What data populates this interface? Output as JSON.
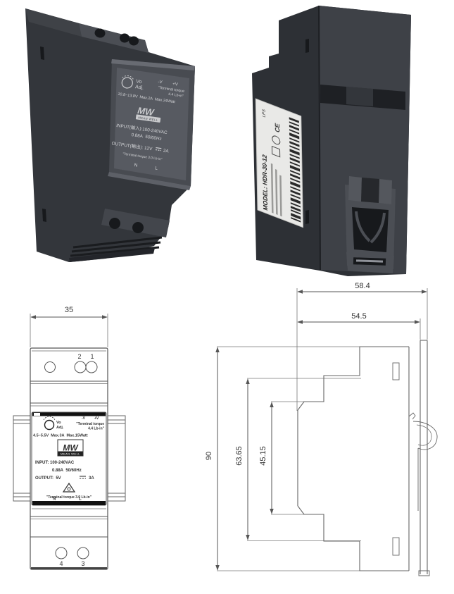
{
  "photo_front": {
    "vo": "Vo",
    "adj": "Adj.",
    "minus_v": "-V",
    "plus_v": "+V",
    "torque1": "\"Terminal torque",
    "torque2": "4.4 Lb-in\"",
    "ratings": "10.8~13.8V  Max.2A  Max.24Watt",
    "logo": "MW",
    "logo_name": "MEAN WELL",
    "input1": "INPUT(輸入):100-240VAC",
    "input2": "0.88A  50/60Hz",
    "output_left": "OUTPUT(輸出): 12V",
    "output_right": "2A",
    "torque_bottom": "\"Terminal torque 3.0 Lb-in\"",
    "n": "N",
    "l": "L"
  },
  "photo_rear": {
    "model": "MODEL: HDR-30-12",
    "ce": "CE",
    "lps": "LPS"
  },
  "drawing_front": {
    "dim_width": "35",
    "pin2": "2",
    "pin1": "1",
    "pin4": "4",
    "pin3": "3",
    "label": {
      "vo": "Vo",
      "adj": "Adj.",
      "minus_v": "-V",
      "plus_v": "+V",
      "torque1": "\"Terminal torque",
      "torque2": "4.4 Lb-in\"",
      "ratings": "4.5~5.5V  Max.3A  Max.15Watt",
      "logo": "MW",
      "logo_name": "MEAN WELL",
      "input1": "INPUT: 100-240VAC",
      "input2": "0.88A  50/60Hz",
      "output_left": "OUTPUT:  5V",
      "output_right": "3A",
      "torque_bottom": "\"Terminal torque 3.0 Lb-in\"",
      "n": "N",
      "l": "L"
    }
  },
  "drawing_side": {
    "dim_total_depth": "58.4",
    "dim_case_depth": "54.5",
    "dim_height": "90",
    "dim_step_height": "63.65",
    "dim_inner_height": "45.15"
  }
}
